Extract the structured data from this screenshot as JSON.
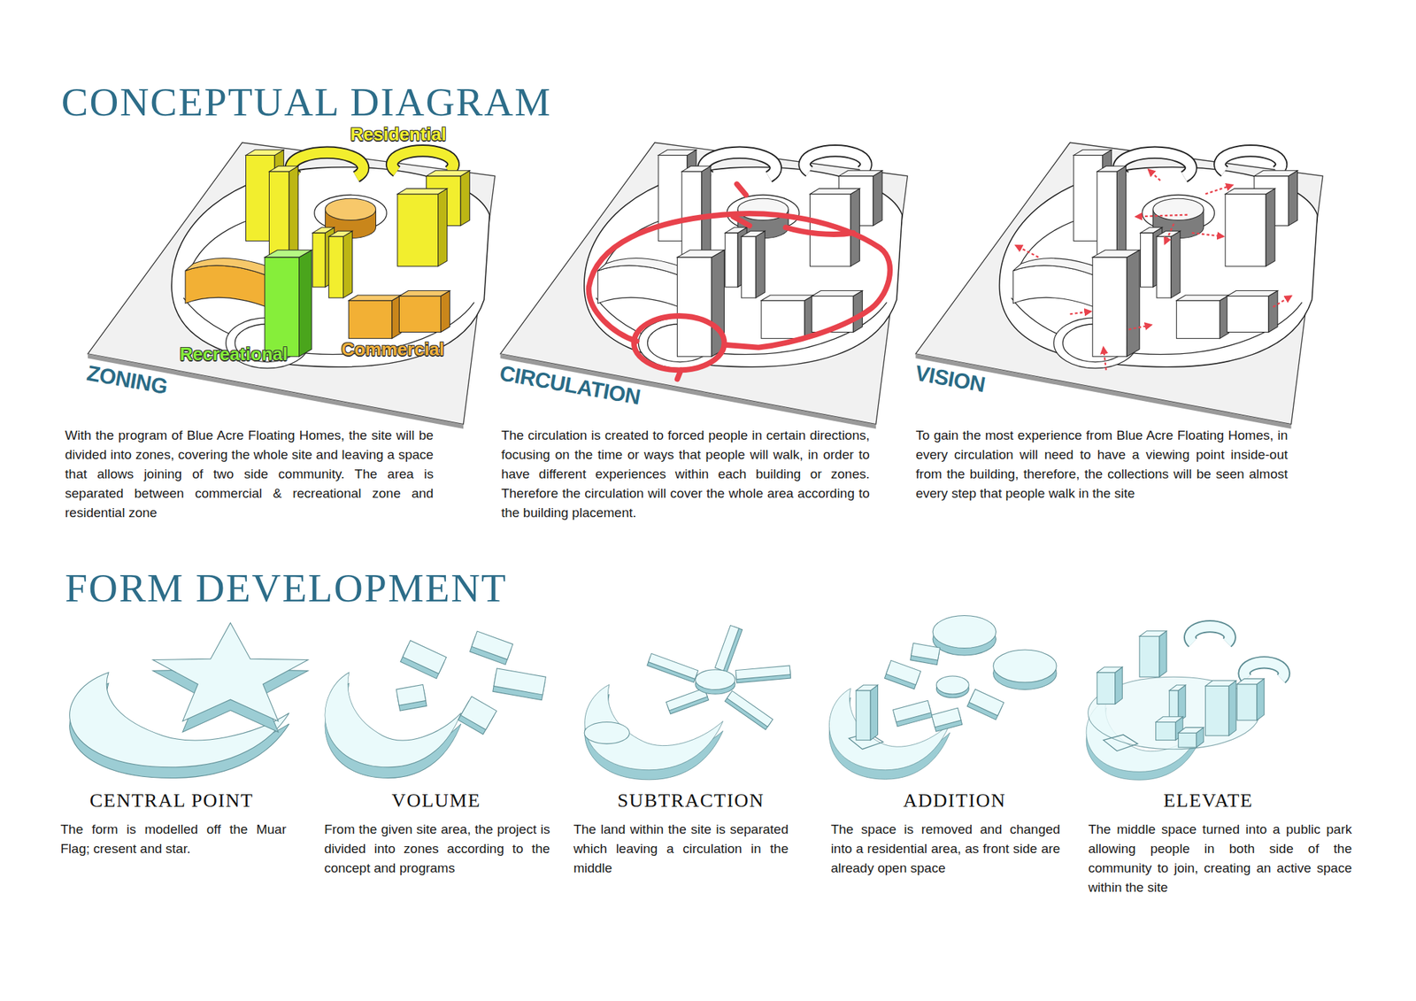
{
  "diagram": {
    "title": "CONCEPTUAL DIAGRAM",
    "labels": [
      "Residential",
      "Recreational",
      "Commercial",
      "ZONING",
      "With the program of Blue Acre Floating Homes, the site will be divided into zones, covering the whole site and leaving a space that allows joining of two side community. The area is separated between commercial & recreational zone and residential zone",
      "CIRCULATION",
      "The circulation is created to forced people in certain directions, focusing on the time or ways that people will walk, in order to have different experiences within each building or zones. Therefore the circulation will cover the whole area according to the building placement.",
      "VISION",
      "To gain the most experience from Blue Acre Floating Homes, in every circulation will need to have a viewing point inside-out from the building, therefore, the collections will be seen almost every step that people walk in the site",
      "FORM DEVELOPMENT",
      "CENTRAL POINT",
      "The form is modelled off the Muar Flag; cresent and star.",
      "VOLUME",
      "From the given site area, the project is divided into zones according to the concept and programs",
      "SUBTRACTION",
      "The land within the site is separated which leaving a circulation in the middle",
      "ADDITION",
      "The space is removed and changed into a residential area, as front side are already open space",
      "ELEVATE",
      "The middle space turned into a public park allowing people in both side of the community to join, creating an active space within the site"
    ]
  }
}
